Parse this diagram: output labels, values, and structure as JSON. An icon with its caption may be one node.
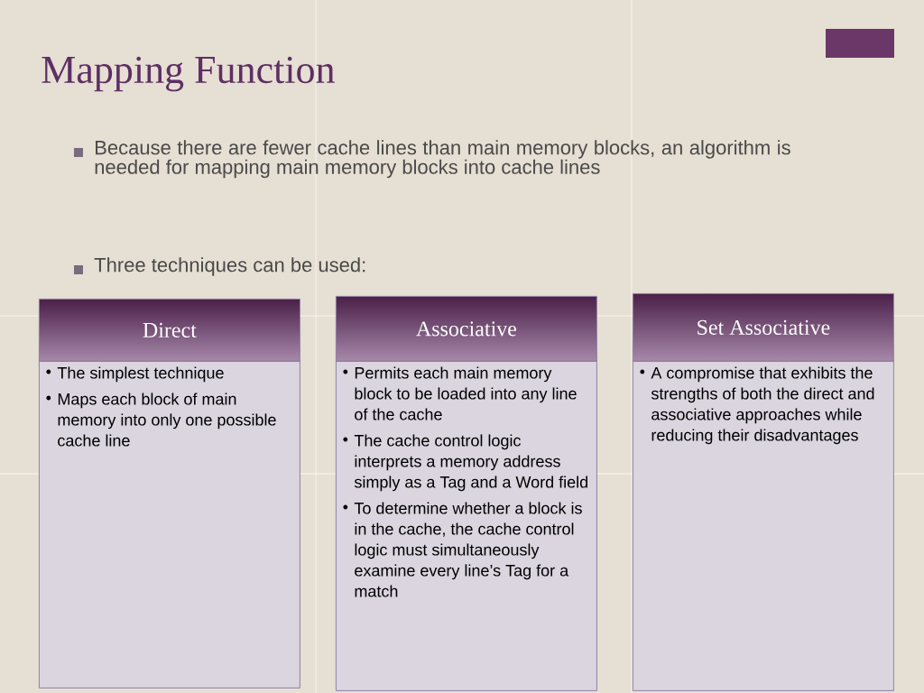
{
  "diagram": {
    "title": "Mapping Function",
    "nodes": [
      {
        "text": [
          "Direct"
        ]
      },
      {
        "text": [
          "The simplest technique",
          "Maps each block of main memory into only one possible cache line"
        ]
      },
      {
        "text": [
          "Associative"
        ]
      },
      {
        "text": [
          "Permits each main memory block to be loaded into any line of the cache",
          "The cache control logic interprets a memory address simply as a Tag and a Word field",
          "To determine whether a block is in the cache, the cache control logic must simultaneously examine every line’s Tag for a match"
        ]
      },
      {
        "text": [
          "Set Associative"
        ]
      },
      {
        "text": [
          "A compromise that exhibits the strengths of both the direct and associative approaches while reducing their disadvantages"
        ]
      }
    ],
    "labels": [
      "Because there are fewer cache lines than main memory blocks, an algorithm is needed for mapping main memory blocks into cache lines",
      "Three techniques can be used:"
    ]
  }
}
